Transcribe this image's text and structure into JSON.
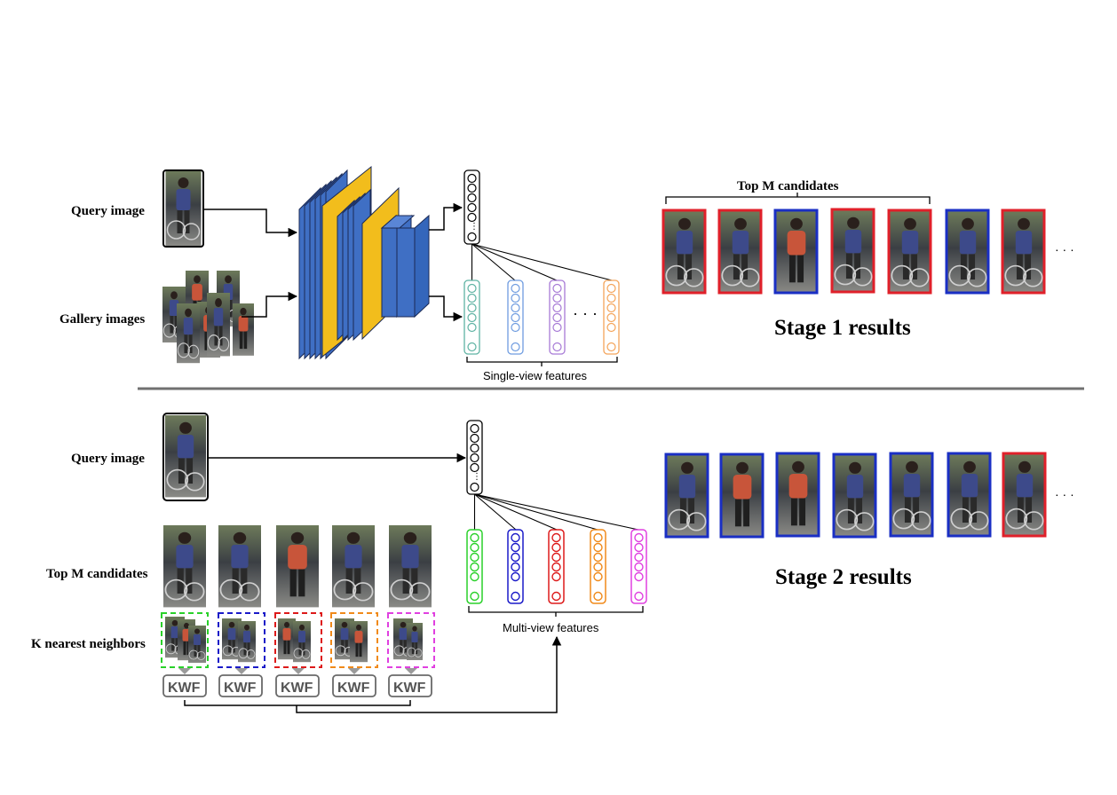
{
  "colors": {
    "conv_blue": "#3f6fc4",
    "conv_yellow": "#f2bd1c",
    "rank_red": "#e0202a",
    "rank_blue": "#1a2fc4",
    "divider": "#707070",
    "single_view_teal": "#5fb3a3",
    "single_view_blue": "#6f9ce0",
    "single_view_purple": "#a77ad6",
    "single_view_orange": "#f4a45a",
    "multi_view_green": "#2ad12a",
    "multi_view_blue": "#1a1ac8",
    "multi_view_red": "#dd1a1a",
    "multi_view_orange": "#f08a1a",
    "multi_view_magenta": "#e040e0",
    "kwf_border": "#6a6a6a"
  },
  "stage1": {
    "query_label": "Query image",
    "gallery_label": "Gallery images",
    "top_m_label": "Top M candidates",
    "single_view_label": "Single-view features",
    "results_label": "Stage 1 results",
    "ellipsis": "· · ·",
    "feature_ellipsis": "· · ·",
    "ranking": [
      "red",
      "red",
      "blue",
      "red",
      "red",
      "blue",
      "red"
    ]
  },
  "stage2": {
    "query_label": "Query image",
    "top_m_label": "Top M candidates",
    "knn_label": "K nearest neighbors",
    "multi_view_label": "Multi-view features",
    "results_label": "Stage 2 results",
    "ellipsis": "· · ·",
    "kwf_labels": [
      "KWF",
      "KWF",
      "KWF",
      "KWF",
      "KWF"
    ],
    "ranking": [
      "blue",
      "blue",
      "blue",
      "blue",
      "blue",
      "blue",
      "red"
    ]
  }
}
